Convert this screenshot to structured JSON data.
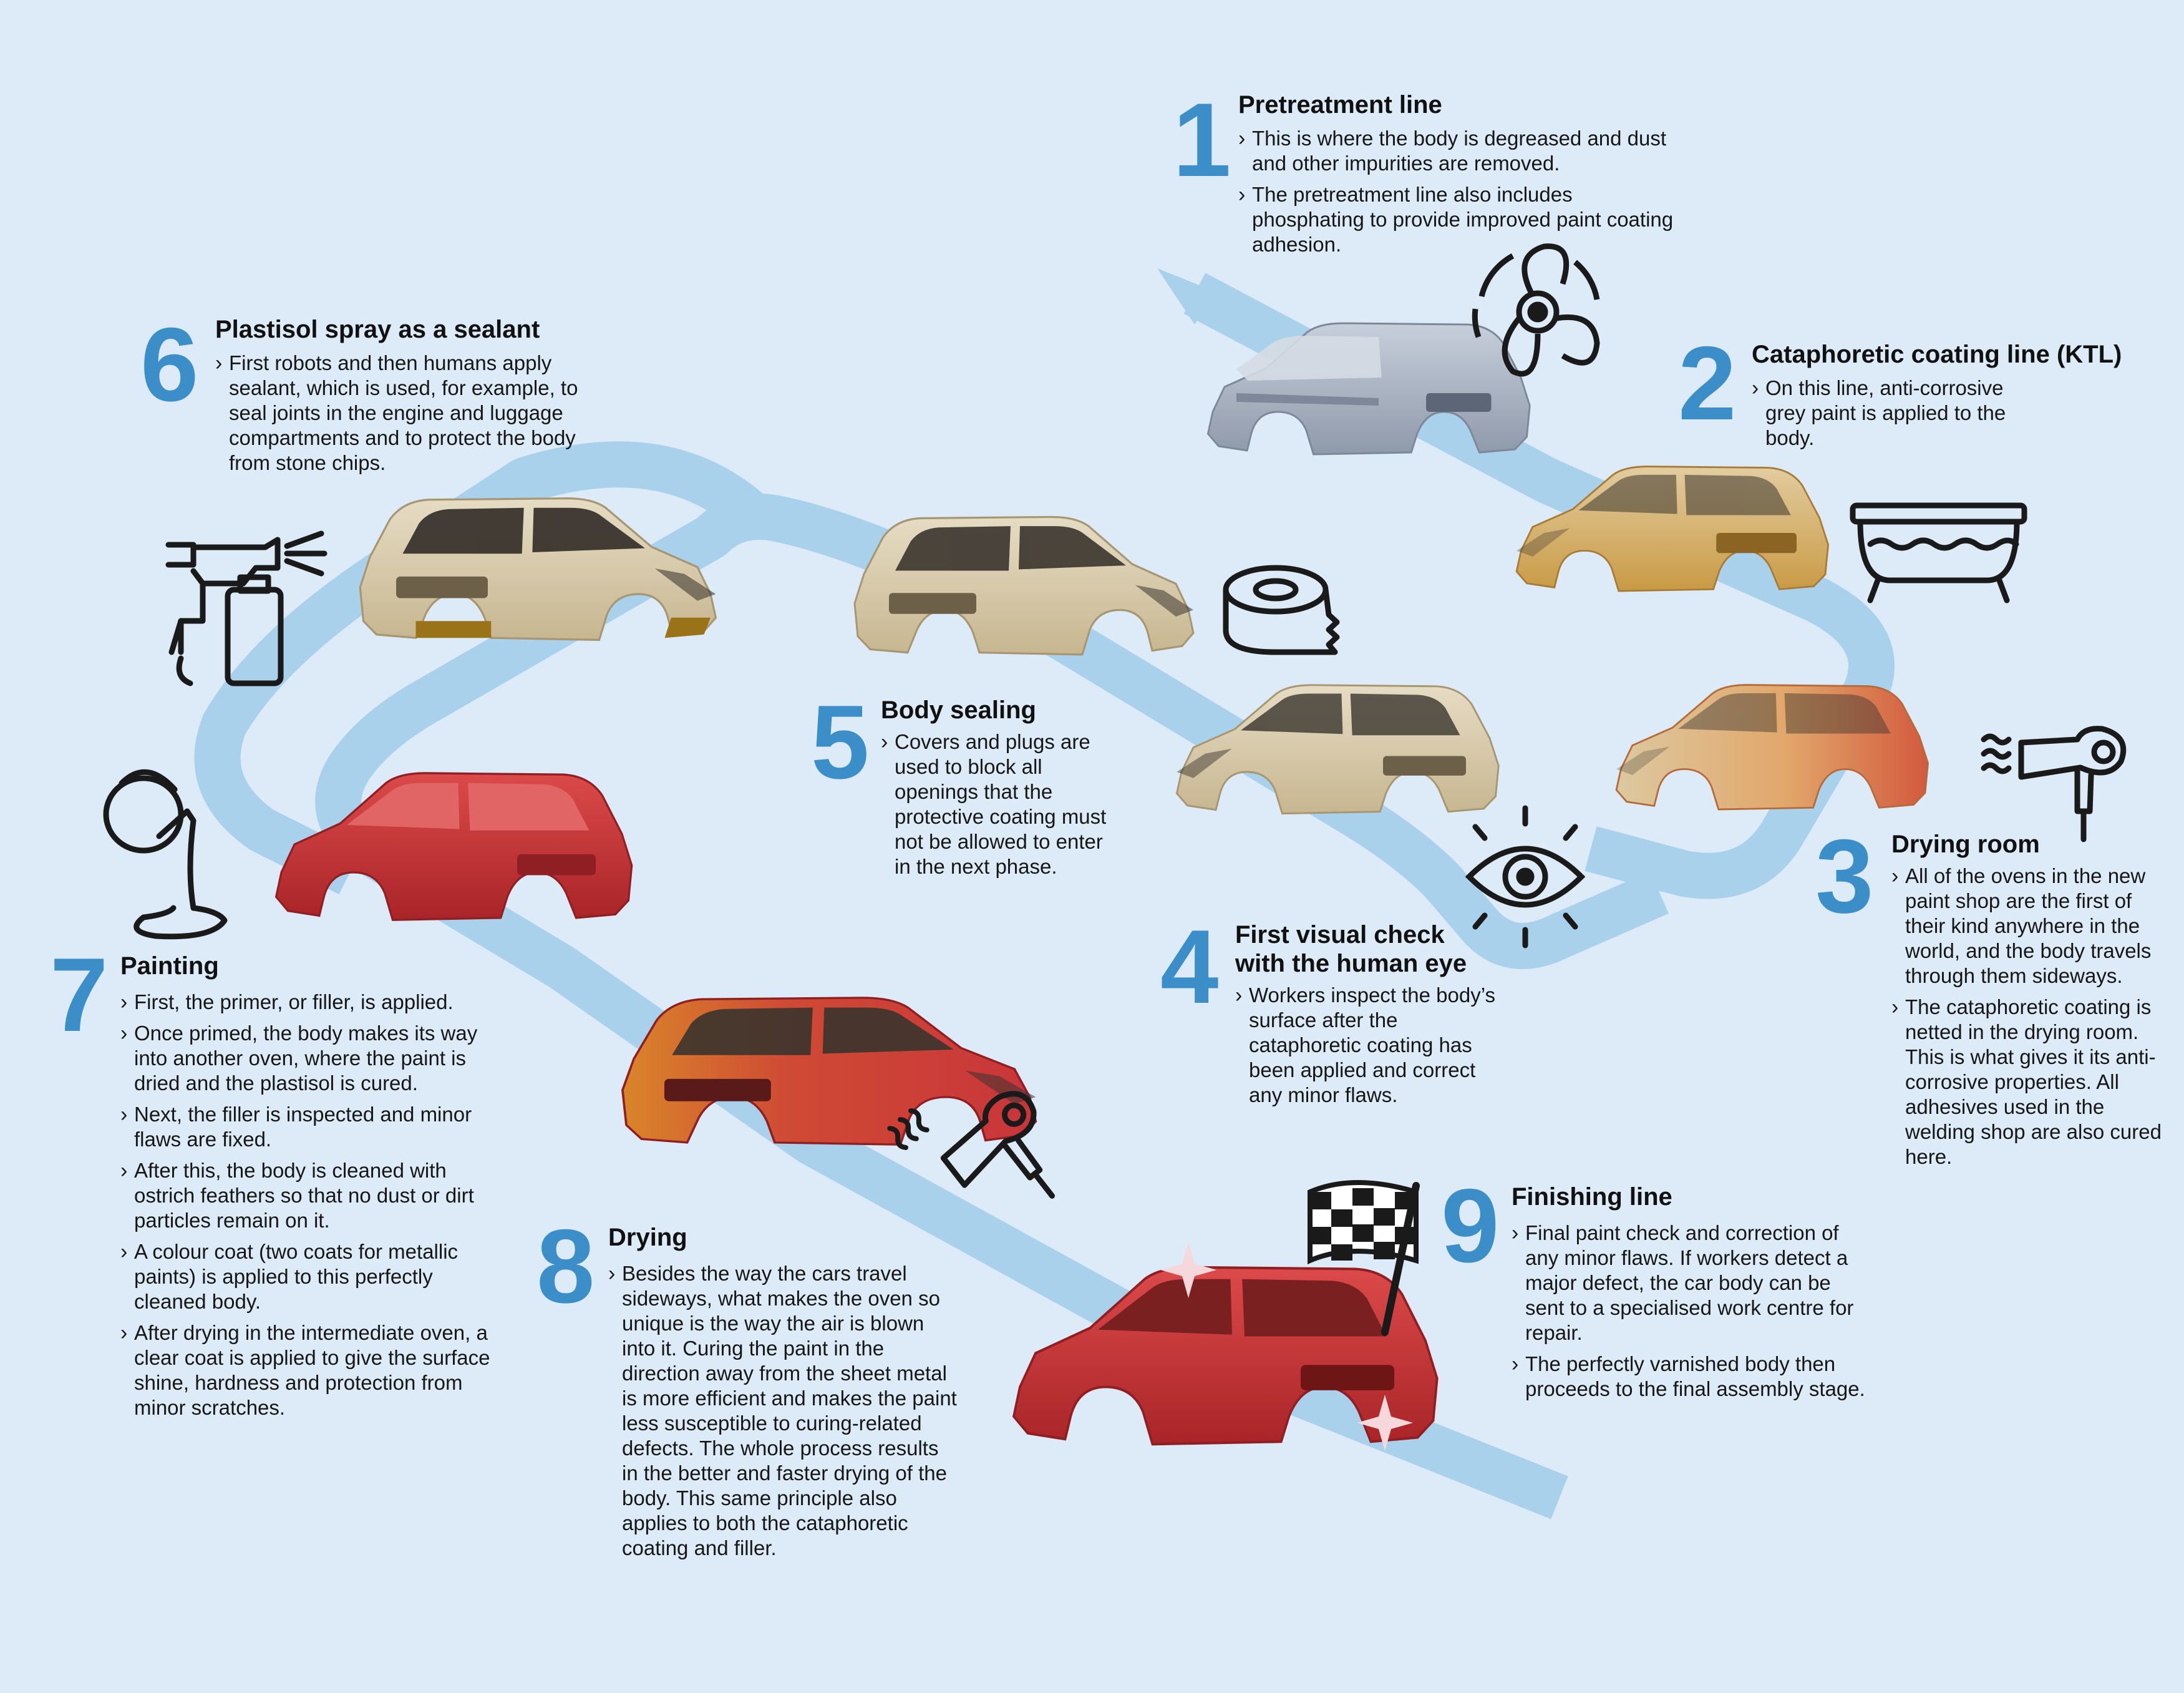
{
  "steps": [
    {
      "number": "1",
      "title_lines": [
        "Pretreatment line"
      ],
      "bullets": [
        "This is where the body is degreased and dust and other impurities are removed.",
        "The pretreatment line also includes phosphating to provide improved paint coating adhesion."
      ],
      "icon": "fan-icon"
    },
    {
      "number": "2",
      "title_lines": [
        "Cataphoretic coating line (KTL)"
      ],
      "bullets": [
        "On this line, anti-corrosive grey paint is applied to the body."
      ],
      "icon": "bathtub-icon"
    },
    {
      "number": "3",
      "title_lines": [
        "Drying room"
      ],
      "bullets": [
        "All of the ovens in the new paint shop are the first of their kind anywhere in the world, and the body travels through them sideways.",
        "The cataphoretic coating is netted in the drying room. This is what gives it its anti-corrosive properties. All adhesives used in the welding shop are also cured here."
      ],
      "icon": "hair-dryer-icon"
    },
    {
      "number": "4",
      "title_lines": [
        "First visual check",
        "with the human eye"
      ],
      "bullets": [
        "Workers inspect the body’s surface after the cataphoretic coating has been applied and correct any minor flaws."
      ],
      "icon": "eye-icon"
    },
    {
      "number": "5",
      "title_lines": [
        "Body sealing"
      ],
      "bullets": [
        "Covers and plugs are used to block all openings that the protective coating must not be allowed to enter in the next phase."
      ],
      "icon": "tape-roll-icon"
    },
    {
      "number": "6",
      "title_lines": [
        "Plastisol spray as a sealant"
      ],
      "bullets": [
        "First robots and then humans apply sealant, which is used, for example, to seal joints in the engine and luggage compartments and to protect the body from stone chips."
      ],
      "icon": "spray-gun-icon"
    },
    {
      "number": "7",
      "title_lines": [
        "Painting"
      ],
      "bullets": [
        "First, the primer, or filler, is applied.",
        "Once primed, the body makes its way into another oven, where the paint is dried and the plastisol is cured.",
        "Next, the filler is inspected and minor flaws are fixed.",
        "After this, the body is cleaned with ostrich feathers so that no dust or dirt particles remain on it.",
        "A colour coat (two coats for metallic paints) is applied to this perfectly cleaned body.",
        "After drying in the intermediate oven, a clear coat is applied to give the surface shine, hardness and protection from minor scratches."
      ],
      "icon": "paint-bucket-icon"
    },
    {
      "number": "8",
      "title_lines": [
        "Drying"
      ],
      "bullets": [
        "Besides the way the cars travel sideways, what makes the oven so unique is the way the air is blown into it. Curing the paint in the direction away from the sheet metal is more efficient and makes the paint less susceptible to curing-related defects. The whole process results in the better and faster drying of the body. This same principle also applies to both the cataphoretic coating and filler."
      ],
      "icon": "hair-dryer-icon"
    },
    {
      "number": "9",
      "title_lines": [
        "Finishing line"
      ],
      "bullets": [
        "Final paint check and correction of any minor flaws. If workers detect a major defect, the car body can be sent to a specialised work centre for repair.",
        "The perfectly varnished body then proceeds to the final assembly stage."
      ],
      "icon": "checkered-flag-icon"
    }
  ],
  "colors": {
    "background": "#dcebf7",
    "conveyor": "#a9d1ec",
    "accent": "#3c8ec9",
    "car_grey": "#aab4c3",
    "car_beige": "#d8c9a8",
    "car_gold": "#d2ae69",
    "car_red": "#c8373a"
  }
}
